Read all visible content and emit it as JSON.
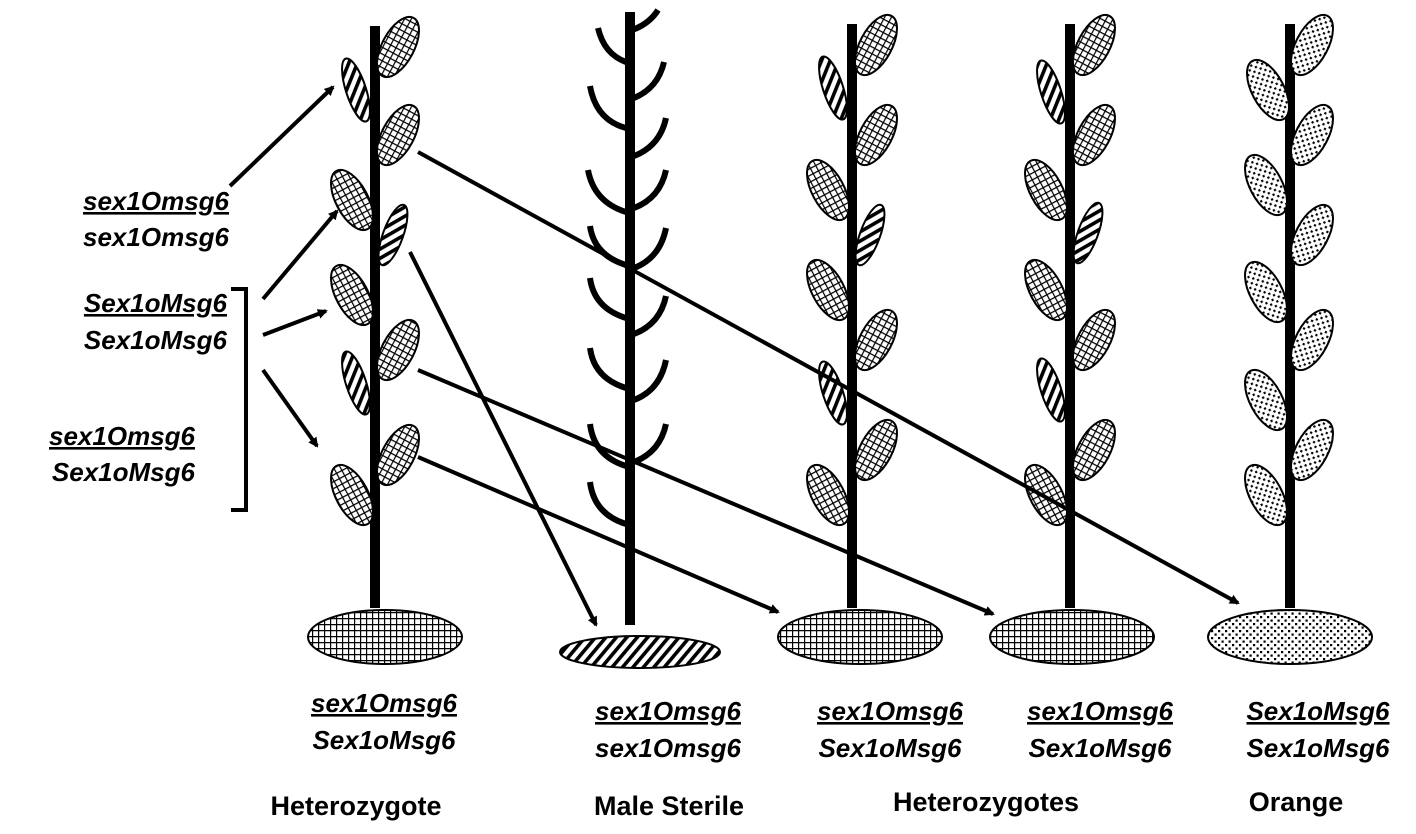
{
  "left_genotypes": [
    {
      "top": "sex1Omsg6",
      "bottom": "sex1Omsg6"
    },
    {
      "top": "Sex1oMsg6",
      "bottom": "Sex1oMsg6"
    },
    {
      "top": "sex1Omsg6",
      "bottom": "Sex1oMsg6"
    }
  ],
  "plants": [
    {
      "genotype_top": "sex1Omsg6",
      "genotype_bottom": "Sex1oMsg6",
      "pattern": "grid"
    },
    {
      "genotype_top": "sex1Omsg6",
      "genotype_bottom": "sex1Omsg6",
      "pattern": "stripes"
    },
    {
      "genotype_top": "sex1Omsg6",
      "genotype_bottom": "Sex1oMsg6",
      "pattern": "grid"
    },
    {
      "genotype_top": "sex1Omsg6",
      "genotype_bottom": "Sex1oMsg6",
      "pattern": "grid"
    },
    {
      "genotype_top": "Sex1oMsg6",
      "genotype_bottom": "Sex1oMsg6",
      "pattern": "dots"
    }
  ],
  "group_labels": [
    "Heterozygote",
    "Male Sterile",
    "Heterozygotes",
    "Orange"
  ],
  "colors": {
    "ink": "#000000",
    "background": "#ffffff"
  }
}
